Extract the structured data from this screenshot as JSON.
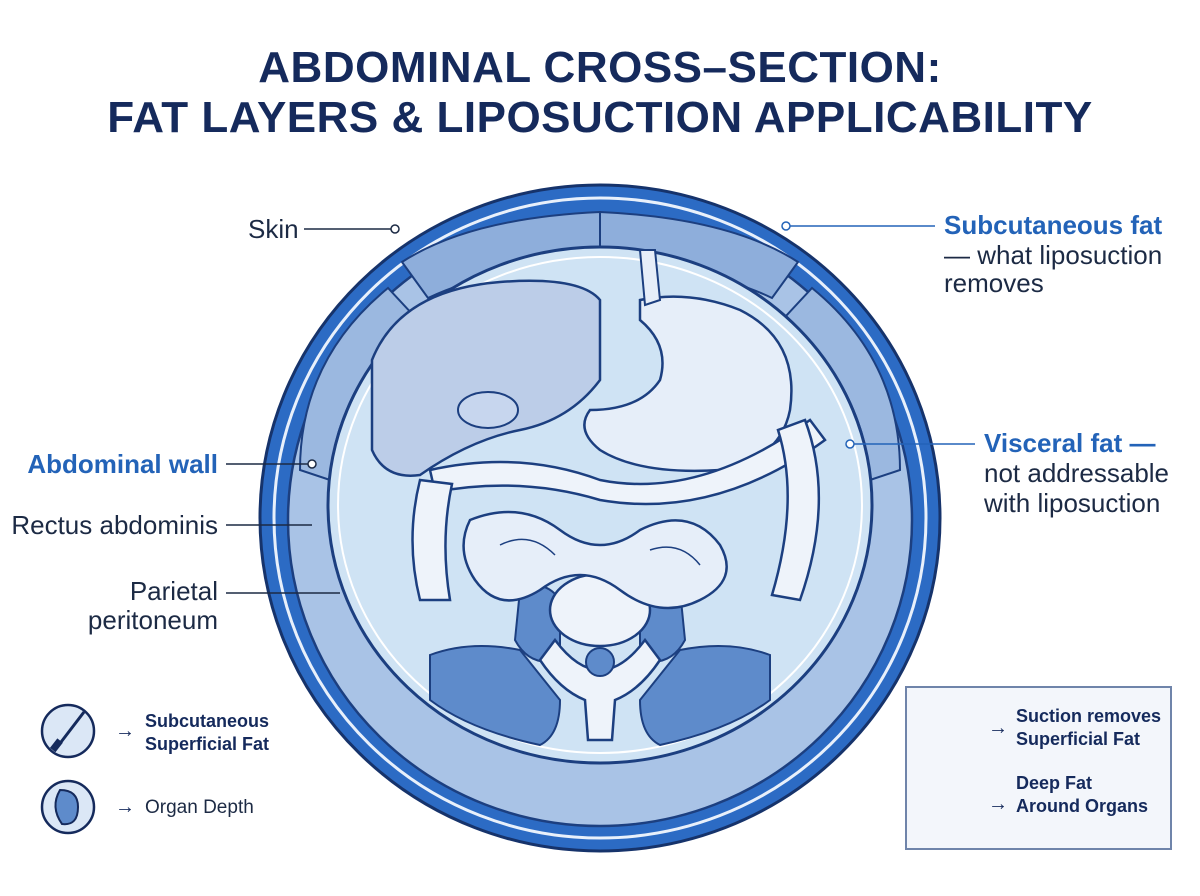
{
  "title": {
    "line1": "ABDOMINAL CROSS–SECTION:",
    "line2": "FAT LAYERS & LIPOSUCTION APPLICABILITY"
  },
  "labels": {
    "skin": "Skin",
    "subcutaneous_fat_title": "Subcutaneous fat",
    "subcutaneous_fat_line2": "— what liposuction",
    "subcutaneous_fat_line3": "removes",
    "abdominal_wall": "Abdominal wall",
    "rectus_abdominis": "Rectus abdominis",
    "parietal_line1": "Parietal",
    "parietal_line2": "peritoneum",
    "visceral_fat_title": "Visceral fat —",
    "visceral_fat_line2": "not addressable",
    "visceral_fat_line3": "with liposuction"
  },
  "legend_left": {
    "item1_line1": "Subcutaneous",
    "item1_line2": "Superficial Fat",
    "item1_icon": "cannula-icon",
    "item2": "Organ Depth",
    "item2_icon": "kidney-icon",
    "arrow": "→"
  },
  "legend_right": {
    "item1_line1": "Suction removes",
    "item1_line2": "Superficial Fat",
    "item1_icon": "cannula-icon",
    "item2_line1": "Deep Fat",
    "item2_line2": "Around Organs",
    "item2_icon": "stomach-icon",
    "arrow": "→"
  },
  "colors": {
    "skin_ring": "#2c6bc4",
    "wall": "#a9c3e6",
    "muscle": "#8eaedb",
    "cavity": "#cfe3f4",
    "organ": "#bccde8",
    "title": "#152a5c",
    "accent": "#2363b8"
  }
}
